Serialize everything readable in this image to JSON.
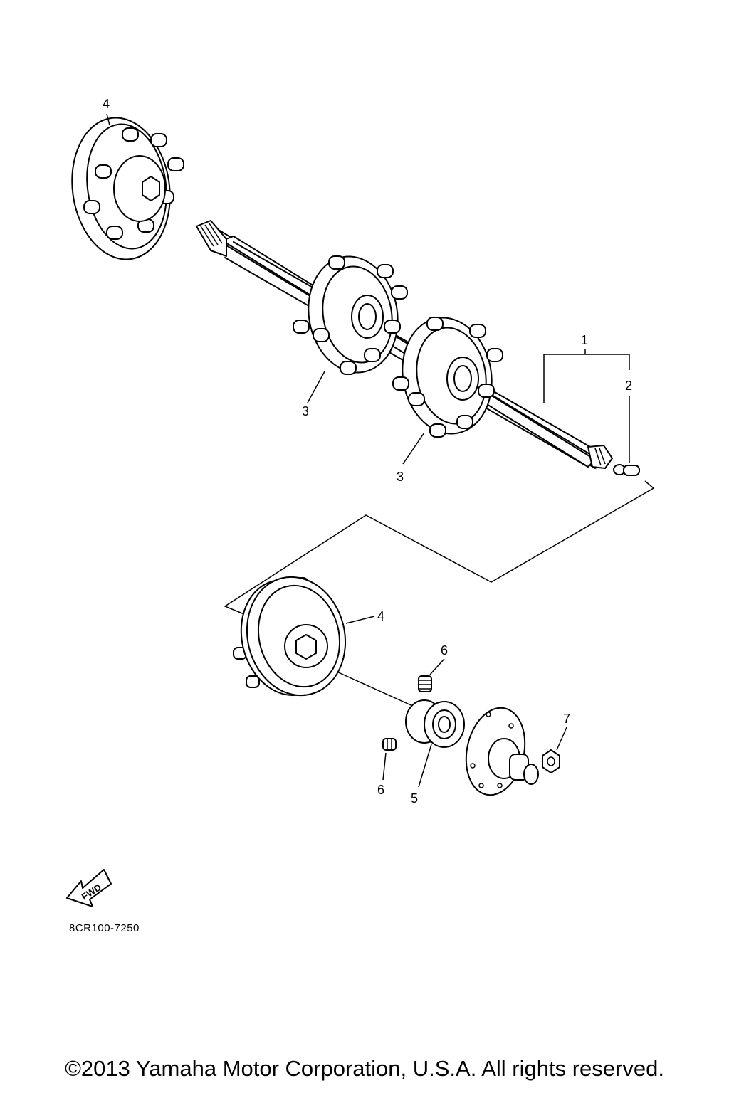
{
  "diagram": {
    "callouts": [
      {
        "id": "c4a",
        "text": "4"
      },
      {
        "id": "c1",
        "text": "1"
      },
      {
        "id": "c2",
        "text": "2"
      },
      {
        "id": "c3a",
        "text": "3"
      },
      {
        "id": "c3b",
        "text": "3"
      },
      {
        "id": "c4b",
        "text": "4"
      },
      {
        "id": "c6a",
        "text": "6"
      },
      {
        "id": "c7",
        "text": "7"
      },
      {
        "id": "c6b",
        "text": "6"
      },
      {
        "id": "c5",
        "text": "5"
      }
    ],
    "fwd_label": "FWD",
    "diagram_code": "8CR100-7250"
  },
  "footer": {
    "copyright": "©2013 Yamaha Motor Corporation, U.S.A. All rights reserved."
  }
}
